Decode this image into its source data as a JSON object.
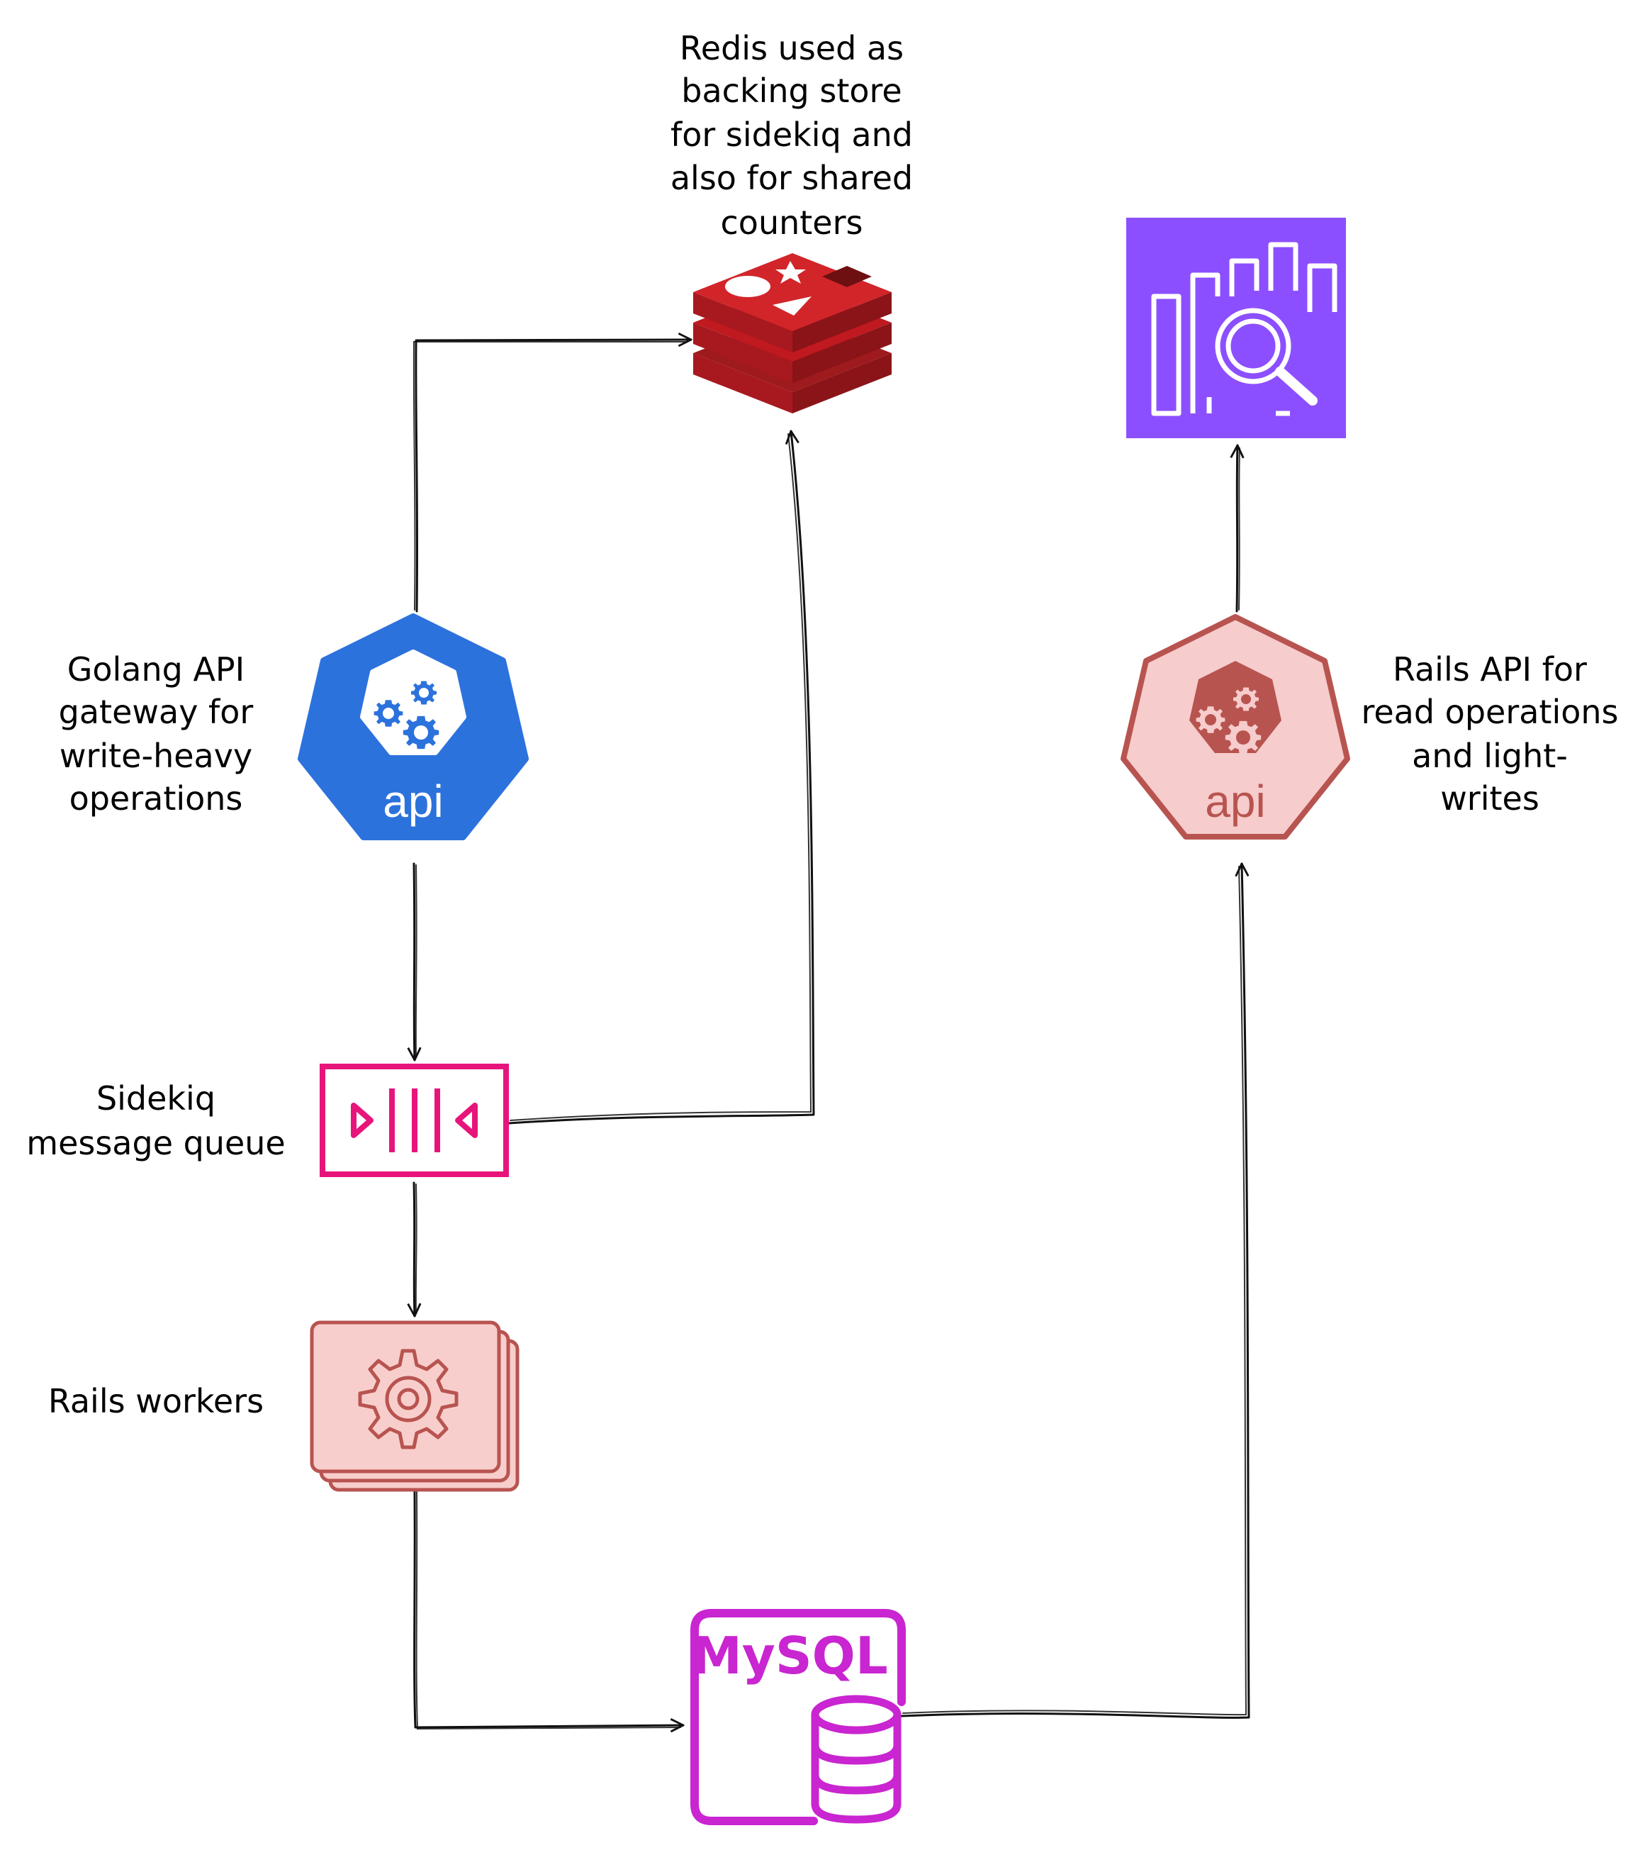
{
  "notes": {
    "redis": [
      "Redis used as",
      "backing store",
      "for sidekiq and",
      "also for shared",
      "counters"
    ],
    "golang": [
      "Golang API",
      "gateway for",
      "write-heavy",
      "operations"
    ],
    "rails_api": [
      "Rails API for",
      "read operations",
      "and light-",
      "writes"
    ],
    "sidekiq": [
      "Sidekiq",
      "message queue"
    ],
    "workers": [
      "Rails workers"
    ]
  },
  "nodes": {
    "golang_api": {
      "label": "api",
      "icon": "kubernetes-api-icon",
      "color": "#2c72dd"
    },
    "rails_api": {
      "label": "api",
      "icon": "kubernetes-api-icon",
      "color": "#f6cccc",
      "stroke": "#b85450"
    },
    "redis": {
      "icon": "redis-icon",
      "color": "#c0191f"
    },
    "analytics": {
      "icon": "analytics-search-icon",
      "color": "#8c4fff"
    },
    "sidekiq_queue": {
      "icon": "message-queue-icon",
      "color": "#e7157b"
    },
    "rails_workers": {
      "icon": "gear-stack-icon",
      "color": "#f8cecc",
      "stroke": "#b85450"
    },
    "mysql": {
      "label": "MySQL",
      "icon": "mysql-database-icon",
      "color": "#c925d1"
    }
  },
  "edges": [
    {
      "from": "golang_api",
      "to": "redis"
    },
    {
      "from": "golang_api",
      "to": "sidekiq_queue"
    },
    {
      "from": "sidekiq_queue",
      "to": "redis"
    },
    {
      "from": "sidekiq_queue",
      "to": "rails_workers"
    },
    {
      "from": "rails_workers",
      "to": "mysql"
    },
    {
      "from": "mysql",
      "to": "rails_api"
    },
    {
      "from": "rails_api",
      "to": "analytics"
    }
  ]
}
